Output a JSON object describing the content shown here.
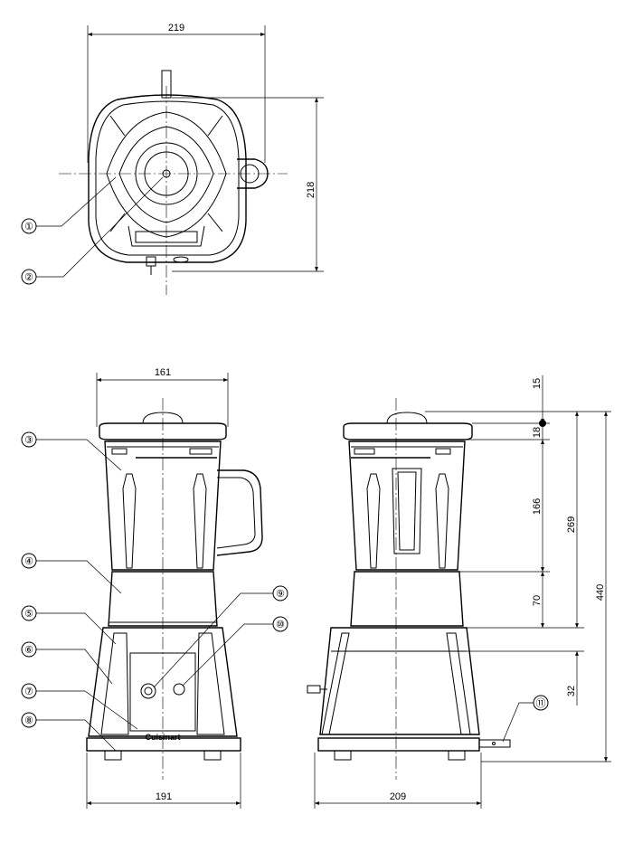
{
  "dimensions": {
    "top_width": "219",
    "top_depth": "218",
    "front_width_top": "161",
    "front_base_width": "191",
    "side_base_depth": "209",
    "lid_height": "15",
    "rim_height": "18",
    "jar_height": "166",
    "motor_height": "70",
    "jar_total_height": "269",
    "overall_height": "440",
    "base_height": "32"
  },
  "callouts": [
    "①",
    "②",
    "③",
    "④",
    "⑤",
    "⑥",
    "⑦",
    "⑧",
    "⑨",
    "⑩",
    "⑪"
  ],
  "brand": "Cuisinart",
  "colors": {
    "line": "#000000",
    "background": "#ffffff"
  }
}
